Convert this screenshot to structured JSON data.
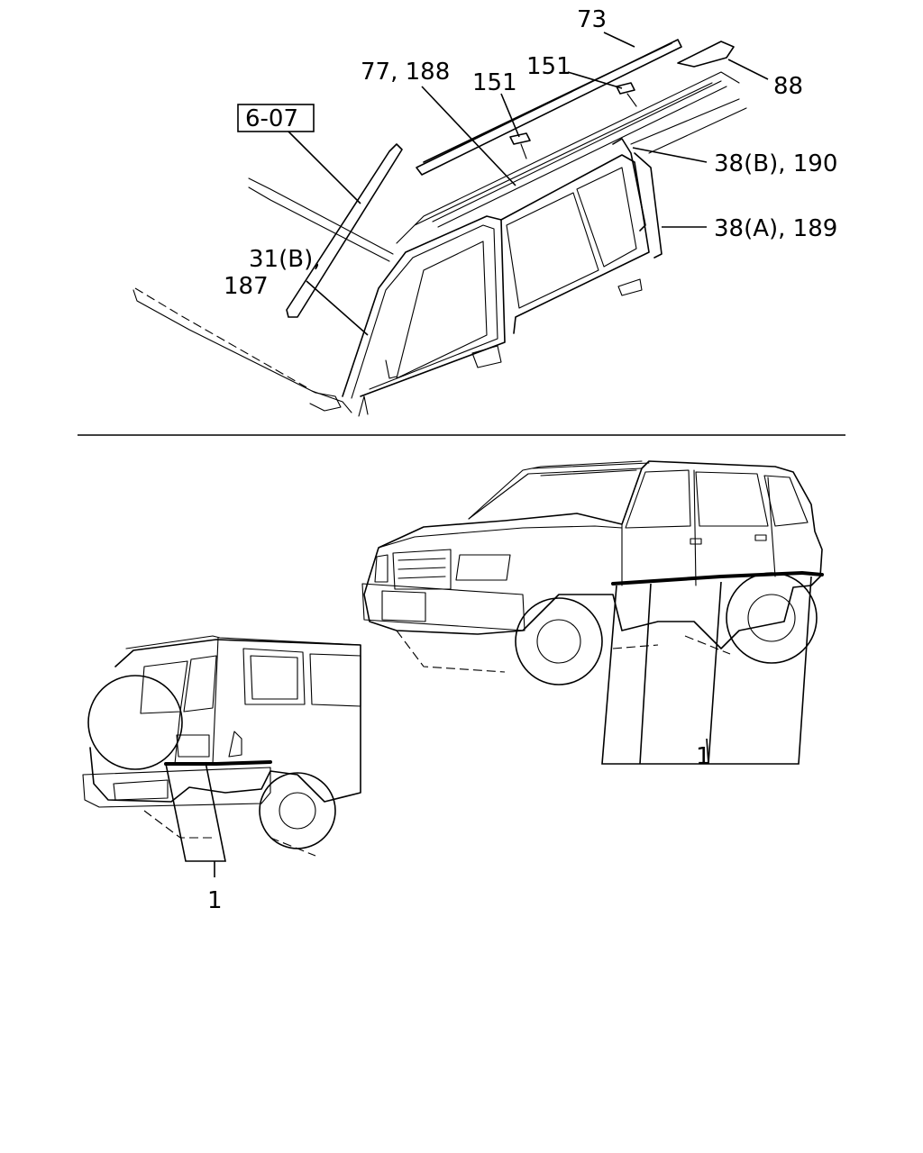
{
  "callouts": {
    "c73": "73",
    "c88": "88",
    "c151a": "151",
    "c151b": "151",
    "c77": "77, 188",
    "c607": "6-07",
    "c38b": "38(B), 190",
    "c38a": "38(A), 189",
    "c31_line1": "31(B),",
    "c31_line2": "187",
    "c1_right": "1",
    "c1_left": "1"
  }
}
